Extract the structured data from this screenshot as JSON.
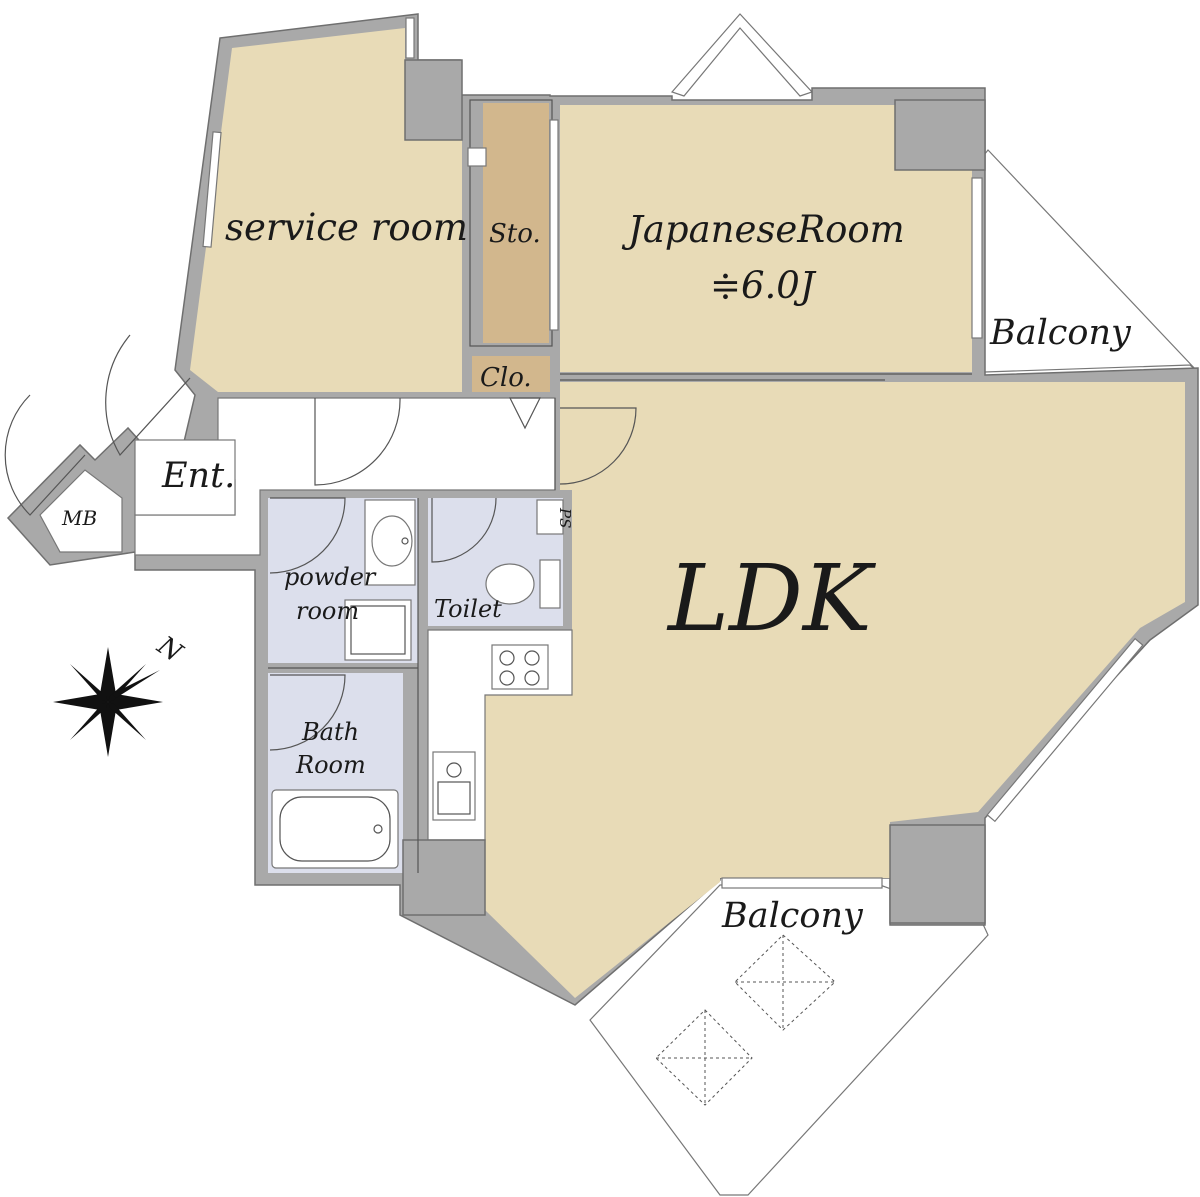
{
  "rooms": {
    "service_room": "service room",
    "storage": "Sto.",
    "japanese_room": "JapaneseRoom",
    "japanese_room_size": "≑6.0J",
    "closet": "Clo.",
    "entrance": "Ent.",
    "meter_box": "MB",
    "powder_room_line1": "powder",
    "powder_room_line2": "room",
    "toilet": "Toilet",
    "pipe_space": "PS",
    "ldk": "LDK",
    "bath_line1": "Bath",
    "bath_line2": "Room",
    "balcony_east": "Balcony",
    "balcony_south": "Balcony"
  },
  "compass": {
    "north_label": "N"
  },
  "colors": {
    "living": "#e8dbb7",
    "storage": "#d2b78d",
    "wet_area": "#dcdfec",
    "wall": "#a9a9a9"
  }
}
